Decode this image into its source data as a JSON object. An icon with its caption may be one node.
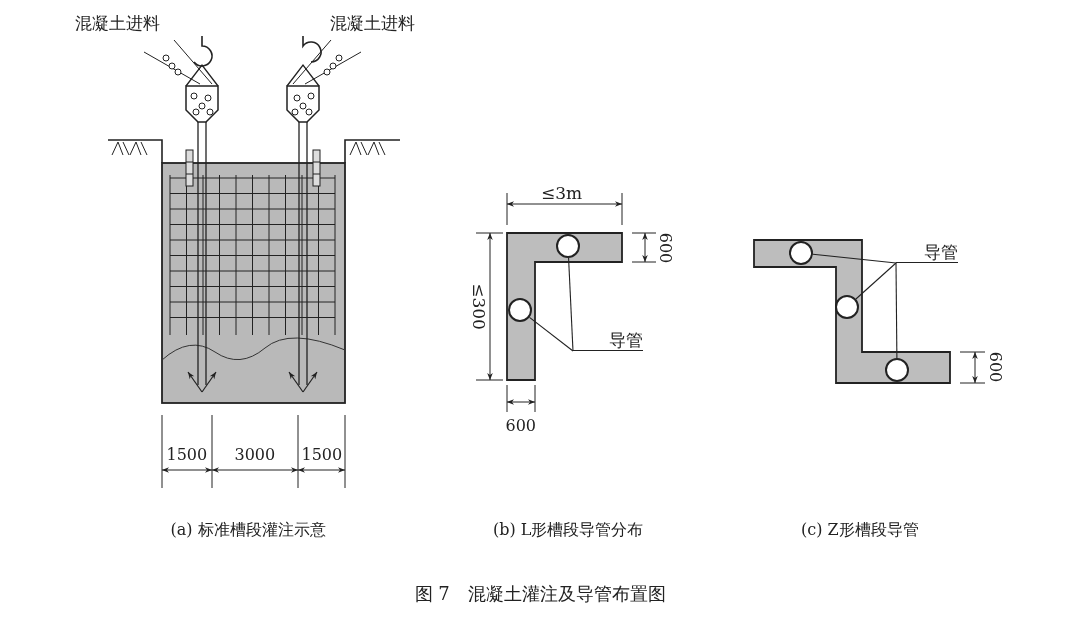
{
  "diagram": {
    "caption": "图 7　混凝土灌注及导管布置图",
    "nodes": [
      {
        "text": [
          "导管"
        ]
      },
      {
        "text": [],
        "shape": "circle"
      },
      {
        "text": [],
        "shape": "circle"
      },
      {
        "text": [
          "导管"
        ]
      },
      {
        "text": [],
        "shape": "circle"
      },
      {
        "text": [],
        "shape": "circle"
      },
      {
        "text": [],
        "shape": "circle"
      }
    ],
    "edges": [
      {
        "from": 0,
        "to": 1,
        "arrow": "none"
      },
      {
        "from": 0,
        "to": 2,
        "arrow": "none"
      },
      {
        "from": 3,
        "to": 4,
        "arrow": "none"
      },
      {
        "from": 3,
        "to": 5,
        "arrow": "none"
      },
      {
        "from": 3,
        "to": 6,
        "arrow": "none"
      }
    ],
    "labels": [
      "混凝土进料",
      "混凝土进料",
      "≤3m",
      "≤300",
      "600",
      "600",
      "600",
      "1500",
      "3000",
      "1500",
      "(a) 标准槽段灌注示意",
      "(b) L形槽段导管分布",
      "(c) Z形槽段导管"
    ]
  }
}
